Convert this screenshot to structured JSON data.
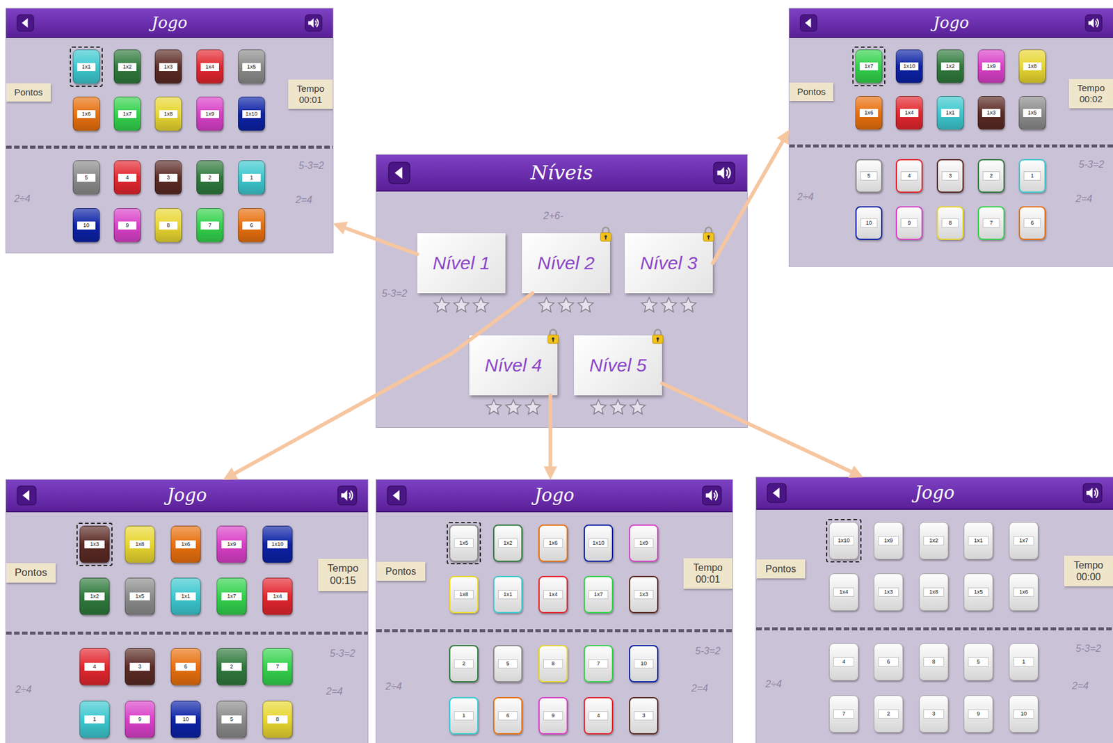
{
  "diagram": {
    "nodes": [
      {
        "text": [
          "Jogo"
        ]
      },
      {
        "text": [
          "Pontos"
        ],
        "in": 0
      },
      {
        "text": [
          "Tempo",
          "00:01"
        ],
        "in": 0
      },
      {
        "text": [
          "1x1"
        ],
        "in": 0
      },
      {
        "text": [
          "1x2"
        ],
        "in": 0
      },
      {
        "text": [
          "1x3"
        ],
        "in": 0
      },
      {
        "text": [
          "1x4"
        ],
        "in": 0
      },
      {
        "text": [
          "1x5"
        ],
        "in": 0
      },
      {
        "text": [
          "1x6"
        ],
        "in": 0
      },
      {
        "text": [
          "1x7"
        ],
        "in": 0
      },
      {
        "text": [
          "1x8"
        ],
        "in": 0
      },
      {
        "text": [
          "1x9"
        ],
        "in": 0
      },
      {
        "text": [
          "1x10"
        ],
        "in": 0
      },
      {
        "text": [
          "5"
        ],
        "in": 0
      },
      {
        "text": [
          "4"
        ],
        "in": 0
      },
      {
        "text": [
          "3"
        ],
        "in": 0
      },
      {
        "text": [
          "2"
        ],
        "in": 0
      },
      {
        "text": [
          "1"
        ],
        "in": 0
      },
      {
        "text": [
          "10"
        ],
        "in": 0
      },
      {
        "text": [
          "9"
        ],
        "in": 0
      },
      {
        "text": [
          "8"
        ],
        "in": 0
      },
      {
        "text": [
          "7"
        ],
        "in": 0
      },
      {
        "text": [
          "6"
        ],
        "in": 0
      },
      {
        "text": [
          "Níveis"
        ]
      },
      {
        "text": [
          "Nível 1"
        ],
        "in": 23
      },
      {
        "text": [
          "Nível 2"
        ],
        "in": 23
      },
      {
        "text": [
          "Nível 3"
        ],
        "in": 23
      },
      {
        "text": [
          "Nível 4"
        ],
        "in": 23
      },
      {
        "text": [
          "Nível 5"
        ],
        "in": 23
      },
      {
        "text": [
          "Jogo"
        ]
      },
      {
        "text": [
          "Pontos"
        ],
        "in": 29
      },
      {
        "text": [
          "Tempo",
          "00:02"
        ],
        "in": 29
      },
      {
        "text": [
          "1x7"
        ],
        "in": 29
      },
      {
        "text": [
          "1x10"
        ],
        "in": 29
      },
      {
        "text": [
          "1x2"
        ],
        "in": 29
      },
      {
        "text": [
          "1x9"
        ],
        "in": 29
      },
      {
        "text": [
          "1x8"
        ],
        "in": 29
      },
      {
        "text": [
          "1x6"
        ],
        "in": 29
      },
      {
        "text": [
          "1x4"
        ],
        "in": 29
      },
      {
        "text": [
          "1x1"
        ],
        "in": 29
      },
      {
        "text": [
          "1x3"
        ],
        "in": 29
      },
      {
        "text": [
          "1x5"
        ],
        "in": 29
      },
      {
        "text": [
          "5"
        ],
        "in": 29
      },
      {
        "text": [
          "4"
        ],
        "in": 29
      },
      {
        "text": [
          "3"
        ],
        "in": 29
      },
      {
        "text": [
          "2"
        ],
        "in": 29
      },
      {
        "text": [
          "1"
        ],
        "in": 29
      },
      {
        "text": [
          "10"
        ],
        "in": 29
      },
      {
        "text": [
          "9"
        ],
        "in": 29
      },
      {
        "text": [
          "8"
        ],
        "in": 29
      },
      {
        "text": [
          "7"
        ],
        "in": 29
      },
      {
        "text": [
          "6"
        ],
        "in": 29
      },
      {
        "text": [
          "Jogo"
        ]
      },
      {
        "text": [
          "Pontos"
        ],
        "in": 52
      },
      {
        "text": [
          "Tempo",
          "00:15"
        ],
        "in": 52
      },
      {
        "text": [
          "1x3"
        ],
        "in": 52
      },
      {
        "text": [
          "1x8"
        ],
        "in": 52
      },
      {
        "text": [
          "1x6"
        ],
        "in": 52
      },
      {
        "text": [
          "1x9"
        ],
        "in": 52
      },
      {
        "text": [
          "1x10"
        ],
        "in": 52
      },
      {
        "text": [
          "1x2"
        ],
        "in": 52
      },
      {
        "text": [
          "1x5"
        ],
        "in": 52
      },
      {
        "text": [
          "1x1"
        ],
        "in": 52
      },
      {
        "text": [
          "1x7"
        ],
        "in": 52
      },
      {
        "text": [
          "1x4"
        ],
        "in": 52
      },
      {
        "text": [
          "4"
        ],
        "in": 52
      },
      {
        "text": [
          "3"
        ],
        "in": 52
      },
      {
        "text": [
          "6"
        ],
        "in": 52
      },
      {
        "text": [
          "2"
        ],
        "in": 52
      },
      {
        "text": [
          "7"
        ],
        "in": 52
      },
      {
        "text": [
          "1"
        ],
        "in": 52
      },
      {
        "text": [
          "9"
        ],
        "in": 52
      },
      {
        "text": [
          "10"
        ],
        "in": 52
      },
      {
        "text": [
          "5"
        ],
        "in": 52
      },
      {
        "text": [
          "8"
        ],
        "in": 52
      },
      {
        "text": [
          "Jogo"
        ]
      },
      {
        "text": [
          "Pontos"
        ],
        "in": 75
      },
      {
        "text": [
          "Tempo",
          "00:01"
        ],
        "in": 75
      },
      {
        "text": [
          "1x5"
        ],
        "in": 75
      },
      {
        "text": [
          "1x2"
        ],
        "in": 75
      },
      {
        "text": [
          "1x6"
        ],
        "in": 75
      },
      {
        "text": [
          "1x10"
        ],
        "in": 75
      },
      {
        "text": [
          "1x9"
        ],
        "in": 75
      },
      {
        "text": [
          "1x8"
        ],
        "in": 75
      },
      {
        "text": [
          "1x1"
        ],
        "in": 75
      },
      {
        "text": [
          "1x4"
        ],
        "in": 75
      },
      {
        "text": [
          "1x7"
        ],
        "in": 75
      },
      {
        "text": [
          "1x3"
        ],
        "in": 75
      },
      {
        "text": [
          "2"
        ],
        "in": 75
      },
      {
        "text": [
          "5"
        ],
        "in": 75
      },
      {
        "text": [
          "8"
        ],
        "in": 75
      },
      {
        "text": [
          "7"
        ],
        "in": 75
      },
      {
        "text": [
          "10"
        ],
        "in": 75
      },
      {
        "text": [
          "1"
        ],
        "in": 75
      },
      {
        "text": [
          "6"
        ],
        "in": 75
      },
      {
        "text": [
          "9"
        ],
        "in": 75
      },
      {
        "text": [
          "4"
        ],
        "in": 75
      },
      {
        "text": [
          "3"
        ],
        "in": 75
      },
      {
        "text": [
          "Jogo"
        ]
      },
      {
        "text": [
          "Pontos"
        ],
        "in": 98
      },
      {
        "text": [
          "Tempo",
          "00:00"
        ],
        "in": 98
      },
      {
        "text": [
          "1x10"
        ],
        "in": 98
      },
      {
        "text": [
          "1x9"
        ],
        "in": 98
      },
      {
        "text": [
          "1x2"
        ],
        "in": 98
      },
      {
        "text": [
          "1x1"
        ],
        "in": 98
      },
      {
        "text": [
          "1x7"
        ],
        "in": 98
      },
      {
        "text": [
          "1x4"
        ],
        "in": 98
      },
      {
        "text": [
          "1x3"
        ],
        "in": 98
      },
      {
        "text": [
          "1x8"
        ],
        "in": 98
      },
      {
        "text": [
          "1x5"
        ],
        "in": 98
      },
      {
        "text": [
          "1x6"
        ],
        "in": 98
      },
      {
        "text": [
          "4"
        ],
        "in": 98
      },
      {
        "text": [
          "6"
        ],
        "in": 98
      },
      {
        "text": [
          "8"
        ],
        "in": 98
      },
      {
        "text": [
          "5"
        ],
        "in": 98
      },
      {
        "text": [
          "1"
        ],
        "in": 98
      },
      {
        "text": [
          "7"
        ],
        "in": 98
      },
      {
        "text": [
          "2"
        ],
        "in": 98
      },
      {
        "text": [
          "3"
        ],
        "in": 98
      },
      {
        "text": [
          "9"
        ],
        "in": 98
      },
      {
        "text": [
          "10"
        ],
        "in": 98
      }
    ],
    "edges": [
      {
        "from": 24,
        "to": 0,
        "arrow": "to"
      },
      {
        "from": 25,
        "to": 52,
        "arrow": "to"
      },
      {
        "from": 26,
        "to": 29,
        "arrow": "to"
      },
      {
        "from": 27,
        "to": 75,
        "arrow": "to"
      },
      {
        "from": 28,
        "to": 98,
        "arrow": "to"
      }
    ],
    "labels": [
      "5-3=2",
      "2÷4",
      "2=4",
      "2+6-",
      "5-3=2",
      "5-3=2",
      "2÷4",
      "2=4",
      "5-3=2",
      "2÷4",
      "2=4",
      "5-3=2",
      "2÷4",
      "2=4",
      "5-3=2",
      "2÷4",
      "2=4"
    ]
  }
}
